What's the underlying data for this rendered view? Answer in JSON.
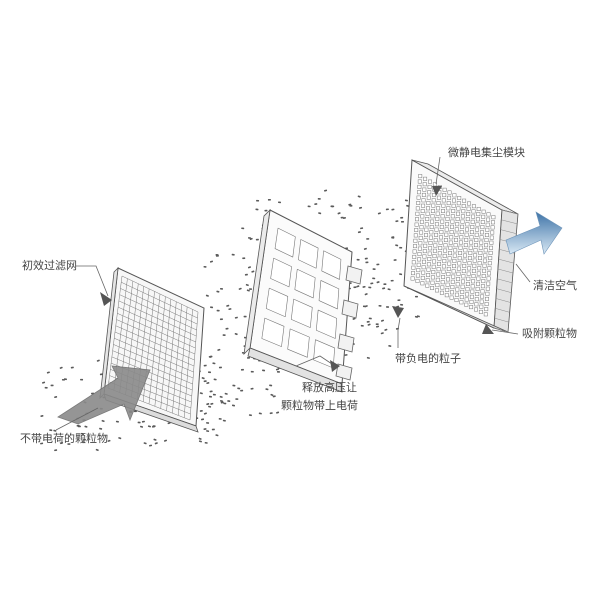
{
  "labels": {
    "primary_filter": "初效过滤网",
    "uncharged_particles": "不带电荷的颗粒物",
    "ionizer_line1": "释放高压让",
    "ionizer_line2": "颗粒物带上电荷",
    "charged_particles": "带负电的粒子",
    "collector_module": "微静电集尘模块",
    "clean_air": "清洁空气",
    "adsorbed_particles": "吸附颗粒物"
  },
  "colors": {
    "frame": "#555555",
    "line": "#666666",
    "particle": "#5a5a5a",
    "arrow_in": "#888888",
    "arrow_out_top": "#3f74a8",
    "arrow_out_bottom": "#d8e8f4"
  }
}
